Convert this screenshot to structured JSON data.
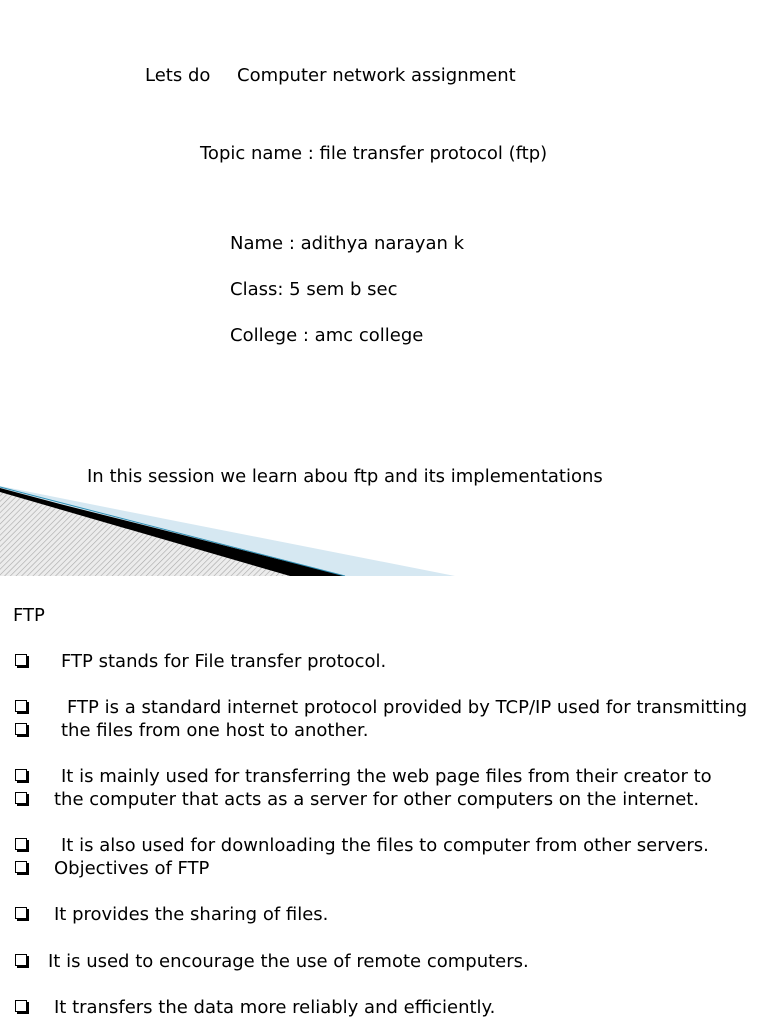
{
  "slide1": {
    "heading_prefix": "Lets do",
    "heading_rest": "Computer network assignment",
    "topic": "Topic name : file transfer protocol (ftp)",
    "name": "Name : adithya narayan k",
    "class": "Class: 5 sem b sec",
    "college": "College : amc college",
    "session": "In this session we learn abou ftp and its implementations"
  },
  "slide2": {
    "title": "FTP",
    "bullets": [
      "FTP stands for File transfer protocol.",
      "FTP is a standard internet protocol provided by TCP/IP used for transmitting",
      "the files from one host to another.",
      "It is mainly used for transferring the web page files from their creator to",
      "the computer that acts as a server for other computers on the internet.",
      "It is also used for downloading the files to computer from other servers.",
      "Objectives of FTP",
      "It provides the sharing of files.",
      "It is used to encourage the use of remote computers.",
      "It transfers the data more reliably and efficiently."
    ]
  },
  "colors": {
    "banner_light": "#d6e8f2",
    "banner_dark": "#000000",
    "banner_hatch": "#bdbdbd",
    "banner_edge": "#2e8fb5"
  }
}
